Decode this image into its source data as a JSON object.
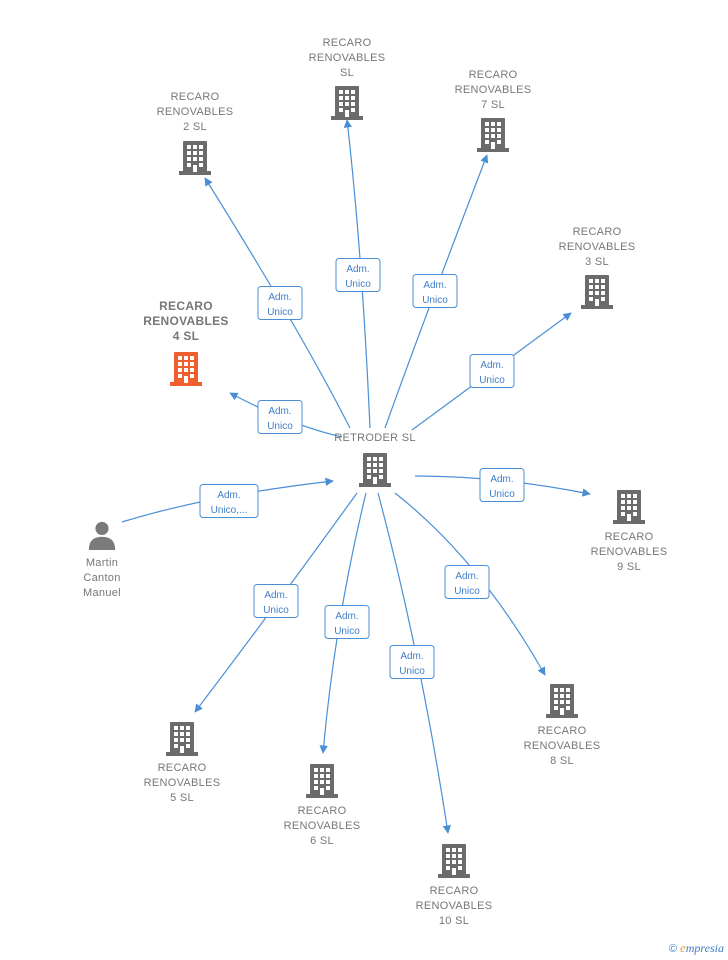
{
  "colors": {
    "edge": "#4a8fd6",
    "building": "#6b6b6b",
    "highlight": "#f0602e",
    "person": "#7a7a7a"
  },
  "center": {
    "id": "retroder",
    "label": [
      "RETRODER SL"
    ],
    "icon": "building-icon"
  },
  "person": {
    "id": "martin",
    "label": [
      "Martin",
      "Canton",
      "Manuel"
    ],
    "icon": "person-icon"
  },
  "companies": [
    {
      "id": "rr-sl",
      "label": [
        "RECARO",
        "RENOVABLES",
        "SL"
      ],
      "rel": [
        "Adm.",
        "Unico"
      ],
      "highlight": false
    },
    {
      "id": "rr-2",
      "label": [
        "RECARO",
        "RENOVABLES",
        "2  SL"
      ],
      "rel": [
        "Adm.",
        "Unico"
      ],
      "highlight": false
    },
    {
      "id": "rr-7",
      "label": [
        "RECARO",
        "RENOVABLES",
        "7  SL"
      ],
      "rel": [
        "Adm.",
        "Unico"
      ],
      "highlight": false
    },
    {
      "id": "rr-3",
      "label": [
        "RECARO",
        "RENOVABLES",
        "3  SL"
      ],
      "rel": [
        "Adm.",
        "Unico"
      ],
      "highlight": false
    },
    {
      "id": "rr-4",
      "label": [
        "RECARO",
        "RENOVABLES",
        "4  SL"
      ],
      "rel": [
        "Adm.",
        "Unico"
      ],
      "highlight": true
    },
    {
      "id": "rr-9",
      "label": [
        "RECARO",
        "RENOVABLES",
        "9  SL"
      ],
      "rel": [
        "Adm.",
        "Unico"
      ],
      "highlight": false
    },
    {
      "id": "rr-8",
      "label": [
        "RECARO",
        "RENOVABLES",
        "8  SL"
      ],
      "rel": [
        "Adm.",
        "Unico"
      ],
      "highlight": false
    },
    {
      "id": "rr-5",
      "label": [
        "RECARO",
        "RENOVABLES",
        "5  SL"
      ],
      "rel": [
        "Adm.",
        "Unico"
      ],
      "highlight": false
    },
    {
      "id": "rr-6",
      "label": [
        "RECARO",
        "RENOVABLES",
        "6  SL"
      ],
      "rel": [
        "Adm.",
        "Unico"
      ],
      "highlight": false
    },
    {
      "id": "rr-10",
      "label": [
        "RECARO",
        "RENOVABLES",
        "10  SL"
      ],
      "rel": [
        "Adm.",
        "Unico"
      ],
      "highlight": false
    }
  ],
  "person_rel": [
    "Adm.",
    "Unico,..."
  ],
  "footer": {
    "copyright": "©",
    "brand_initial": "e",
    "brand_rest": "mpresia"
  }
}
